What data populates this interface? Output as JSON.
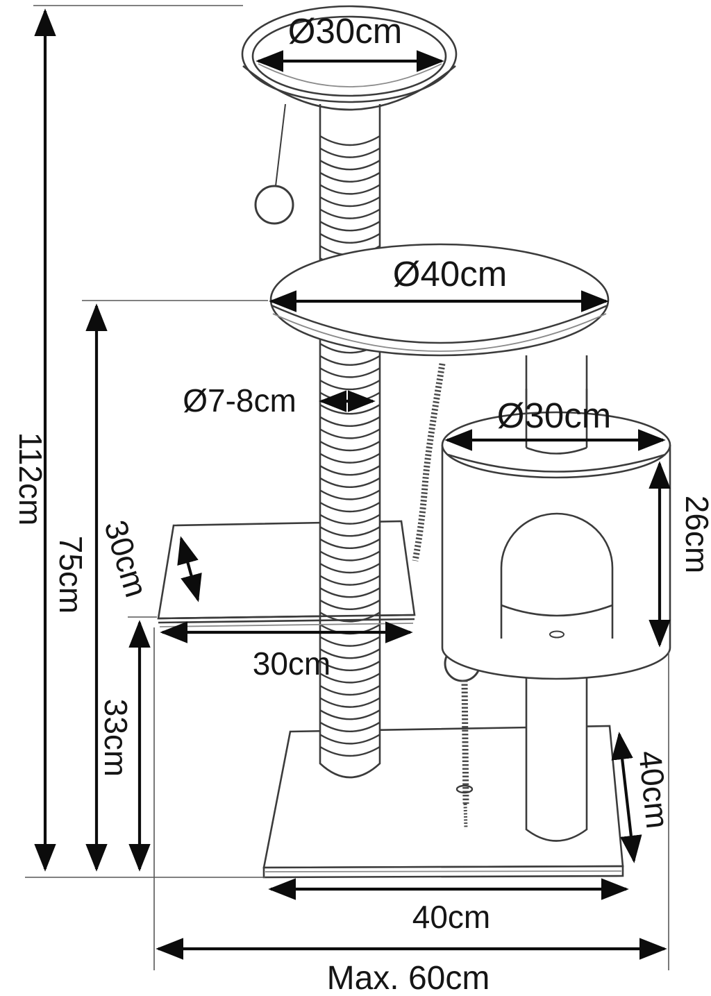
{
  "diagram": {
    "kind": "cat-tree-dimension-drawing",
    "background": "#ffffff",
    "line_color": "#3b3b3b",
    "dimension_color": "#0c0c0c",
    "labels": {
      "total_height": "112cm",
      "upper_height": "75cm",
      "lower_height": "33cm",
      "top_perch_diameter": "Ø30cm",
      "middle_platform_diameter": "Ø40cm",
      "post_diameter": "Ø7-8cm",
      "house_diameter": "Ø30cm",
      "house_height": "26cm",
      "platform_depth": "30cm",
      "platform_width": "30cm",
      "base_depth": "40cm",
      "base_width": "40cm",
      "max_width": "Max. 60cm"
    }
  }
}
